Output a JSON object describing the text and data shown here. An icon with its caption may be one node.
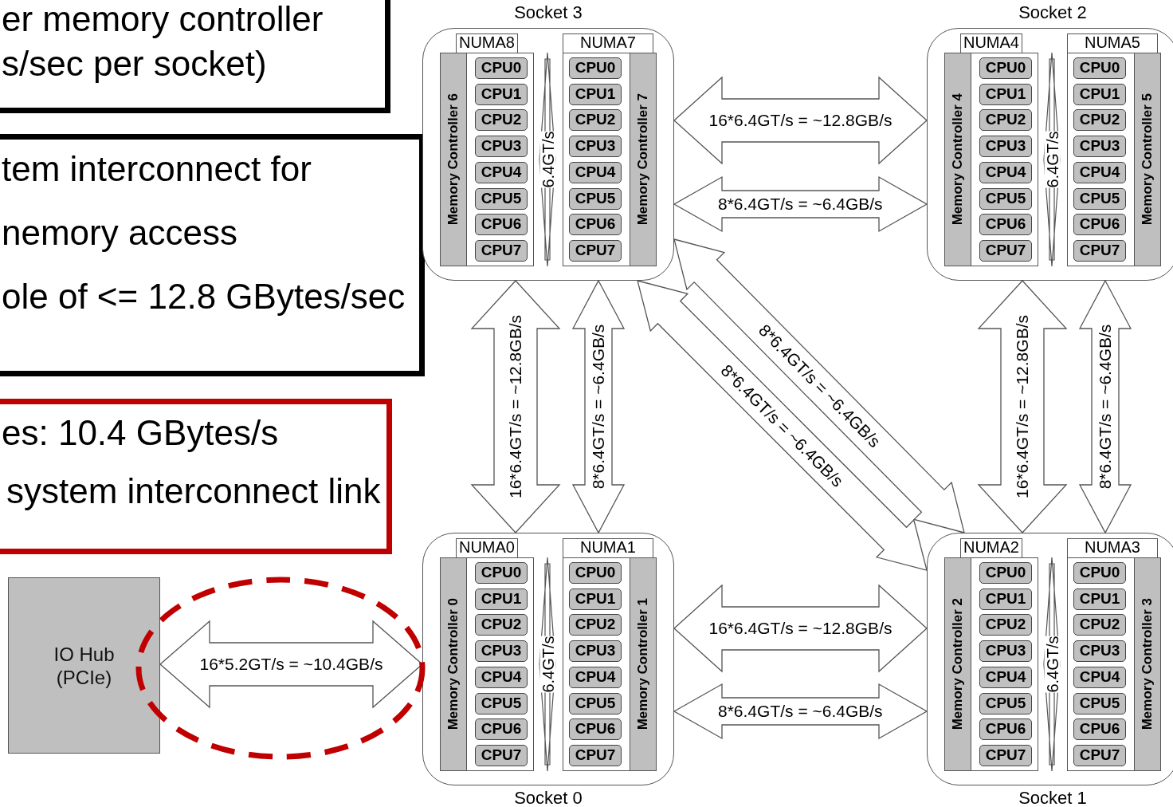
{
  "diagram": {
    "nodes": [
      {
        "text": [
          "er memory controller",
          "s/sec per socket)"
        ]
      },
      {
        "text": [
          "tem interconnect for",
          "nemory access",
          "ole of <= 12.8 GBytes/sec"
        ]
      },
      {
        "text": [
          "es: 10.4 GBytes/s",
          "system interconnect link"
        ]
      },
      {
        "text": [
          "IO Hub (PCIe)"
        ]
      },
      {
        "text": [
          "Socket 3"
        ]
      },
      {
        "text": [
          "NUMA8"
        ],
        "in": 4
      },
      {
        "text": [
          "Memory Controller 6"
        ],
        "in": 5
      },
      {
        "text": [
          "CPU0"
        ],
        "in": 5
      },
      {
        "text": [
          "CPU1"
        ],
        "in": 5
      },
      {
        "text": [
          "CPU2"
        ],
        "in": 5
      },
      {
        "text": [
          "CPU3"
        ],
        "in": 5
      },
      {
        "text": [
          "CPU4"
        ],
        "in": 5
      },
      {
        "text": [
          "CPU5"
        ],
        "in": 5
      },
      {
        "text": [
          "CPU6"
        ],
        "in": 5
      },
      {
        "text": [
          "CPU7"
        ],
        "in": 5
      },
      {
        "text": [
          "NUMA7"
        ],
        "in": 4
      },
      {
        "text": [
          "Memory Controller 7"
        ],
        "in": 15
      },
      {
        "text": [
          "CPU0"
        ],
        "in": 15
      },
      {
        "text": [
          "CPU1"
        ],
        "in": 15
      },
      {
        "text": [
          "CPU2"
        ],
        "in": 15
      },
      {
        "text": [
          "CPU3"
        ],
        "in": 15
      },
      {
        "text": [
          "CPU4"
        ],
        "in": 15
      },
      {
        "text": [
          "CPU5"
        ],
        "in": 15
      },
      {
        "text": [
          "CPU6"
        ],
        "in": 15
      },
      {
        "text": [
          "CPU7"
        ],
        "in": 15
      },
      {
        "text": [
          "Socket 2"
        ]
      },
      {
        "text": [
          "NUMA4"
        ],
        "in": 25
      },
      {
        "text": [
          "Memory Controller 4"
        ],
        "in": 26
      },
      {
        "text": [
          "CPU0"
        ],
        "in": 26
      },
      {
        "text": [
          "CPU1"
        ],
        "in": 26
      },
      {
        "text": [
          "CPU2"
        ],
        "in": 26
      },
      {
        "text": [
          "CPU3"
        ],
        "in": 26
      },
      {
        "text": [
          "CPU4"
        ],
        "in": 26
      },
      {
        "text": [
          "CPU5"
        ],
        "in": 26
      },
      {
        "text": [
          "CPU6"
        ],
        "in": 26
      },
      {
        "text": [
          "CPU7"
        ],
        "in": 26
      },
      {
        "text": [
          "NUMA5"
        ],
        "in": 25
      },
      {
        "text": [
          "Memory Controller 5"
        ],
        "in": 36
      },
      {
        "text": [
          "CPU0"
        ],
        "in": 36
      },
      {
        "text": [
          "CPU1"
        ],
        "in": 36
      },
      {
        "text": [
          "CPU2"
        ],
        "in": 36
      },
      {
        "text": [
          "CPU3"
        ],
        "in": 36
      },
      {
        "text": [
          "CPU4"
        ],
        "in": 36
      },
      {
        "text": [
          "CPU5"
        ],
        "in": 36
      },
      {
        "text": [
          "CPU6"
        ],
        "in": 36
      },
      {
        "text": [
          "CPU7"
        ],
        "in": 36
      },
      {
        "text": [
          "Socket 0"
        ]
      },
      {
        "text": [
          "NUMA0"
        ],
        "in": 46
      },
      {
        "text": [
          "Memory Controller 0"
        ],
        "in": 47
      },
      {
        "text": [
          "CPU0"
        ],
        "in": 47
      },
      {
        "text": [
          "CPU1"
        ],
        "in": 47
      },
      {
        "text": [
          "CPU2"
        ],
        "in": 47
      },
      {
        "text": [
          "CPU3"
        ],
        "in": 47
      },
      {
        "text": [
          "CPU4"
        ],
        "in": 47
      },
      {
        "text": [
          "CPU5"
        ],
        "in": 47
      },
      {
        "text": [
          "CPU6"
        ],
        "in": 47
      },
      {
        "text": [
          "CPU7"
        ],
        "in": 47
      },
      {
        "text": [
          "NUMA1"
        ],
        "in": 46
      },
      {
        "text": [
          "Memory Controller 1"
        ],
        "in": 57
      },
      {
        "text": [
          "CPU0"
        ],
        "in": 57
      },
      {
        "text": [
          "CPU1"
        ],
        "in": 57
      },
      {
        "text": [
          "CPU2"
        ],
        "in": 57
      },
      {
        "text": [
          "CPU3"
        ],
        "in": 57
      },
      {
        "text": [
          "CPU4"
        ],
        "in": 57
      },
      {
        "text": [
          "CPU5"
        ],
        "in": 57
      },
      {
        "text": [
          "CPU6"
        ],
        "in": 57
      },
      {
        "text": [
          "CPU7"
        ],
        "in": 57
      },
      {
        "text": [
          "Socket 1"
        ]
      },
      {
        "text": [
          "NUMA2"
        ],
        "in": 67
      },
      {
        "text": [
          "Memory Controller 2"
        ],
        "in": 68
      },
      {
        "text": [
          "CPU0"
        ],
        "in": 68
      },
      {
        "text": [
          "CPU1"
        ],
        "in": 68
      },
      {
        "text": [
          "CPU2"
        ],
        "in": 68
      },
      {
        "text": [
          "CPU3"
        ],
        "in": 68
      },
      {
        "text": [
          "CPU4"
        ],
        "in": 68
      },
      {
        "text": [
          "CPU5"
        ],
        "in": 68
      },
      {
        "text": [
          "CPU6"
        ],
        "in": 68
      },
      {
        "text": [
          "CPU7"
        ],
        "in": 68
      },
      {
        "text": [
          "NUMA3"
        ],
        "in": 67
      },
      {
        "text": [
          "Memory Controller 3"
        ],
        "in": 78
      },
      {
        "text": [
          "CPU0"
        ],
        "in": 78
      },
      {
        "text": [
          "CPU1"
        ],
        "in": 78
      },
      {
        "text": [
          "CPU2"
        ],
        "in": 78
      },
      {
        "text": [
          "CPU3"
        ],
        "in": 78
      },
      {
        "text": [
          "CPU4"
        ],
        "in": 78
      },
      {
        "text": [
          "CPU5"
        ],
        "in": 78
      },
      {
        "text": [
          "CPU6"
        ],
        "in": 78
      },
      {
        "text": [
          "CPU7"
        ],
        "in": 78
      }
    ],
    "edges": [
      {
        "from": 3,
        "to": 46,
        "arrow": "both",
        "label": "16*5.2GT/s = ~10.4GB/s"
      },
      {
        "from": 4,
        "to": 25,
        "arrow": "both",
        "label": "16*6.4GT/s = ~12.8GB/s"
      },
      {
        "from": 4,
        "to": 25,
        "arrow": "both",
        "label": "8*6.4GT/s = ~6.4GB/s"
      },
      {
        "from": 4,
        "to": 46,
        "arrow": "both",
        "label": "16*6.4GT/s = ~12.8GB/s"
      },
      {
        "from": 4,
        "to": 46,
        "arrow": "both",
        "label": "8*6.4GT/s = ~6.4GB/s"
      },
      {
        "from": 25,
        "to": 67,
        "arrow": "both",
        "label": "16*6.4GT/s = ~12.8GB/s"
      },
      {
        "from": 25,
        "to": 67,
        "arrow": "both",
        "label": "8*6.4GT/s = ~6.4GB/s"
      },
      {
        "from": 4,
        "to": 67,
        "arrow": "both",
        "label": "8*6.4GT/s = ~6.4GB/s"
      },
      {
        "from": 4,
        "to": 67,
        "arrow": "both",
        "label": "8*6.4GT/s = ~6.4GB/s"
      },
      {
        "from": 46,
        "to": 67,
        "arrow": "both",
        "label": "16*6.4GT/s = ~12.8GB/s"
      },
      {
        "from": 46,
        "to": 67,
        "arrow": "both",
        "label": "8*6.4GT/s = ~6.4GB/s"
      }
    ],
    "labels": [
      "6.4GT/s",
      "6.4GT/s",
      "6.4GT/s",
      "6.4GT/s"
    ]
  }
}
